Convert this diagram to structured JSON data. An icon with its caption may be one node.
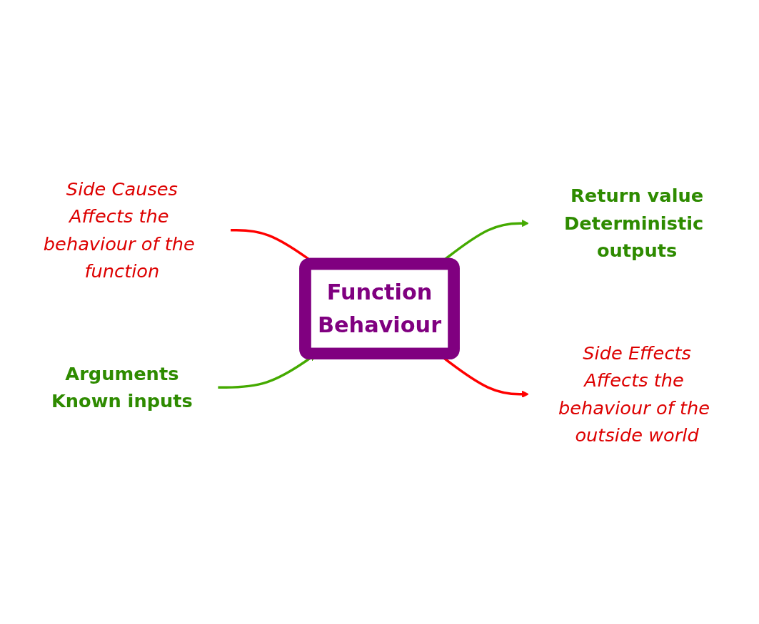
{
  "diagram": {
    "nodes": [
      {
        "text": [
          "Side Causes",
          "Affects the behaviour of the function"
        ]
      },
      {
        "text": [
          "Arguments",
          "Known inputs"
        ]
      },
      {
        "text": [
          "Function",
          "Behaviour"
        ]
      },
      {
        "text": [
          "Return value",
          "Deterministic outputs"
        ]
      },
      {
        "text": [
          "Side Effects",
          "Affects the behaviour of the outside world"
        ]
      }
    ],
    "edges": [
      {
        "from": 0,
        "to": 2,
        "arrow": "to",
        "color": "#ff0000"
      },
      {
        "from": 1,
        "to": 2,
        "arrow": "to",
        "color": "#44aa00"
      },
      {
        "from": 2,
        "to": 3,
        "arrow": "to",
        "color": "#44aa00"
      },
      {
        "from": 2,
        "to": 4,
        "arrow": "to",
        "color": "#ff0000"
      }
    ]
  }
}
